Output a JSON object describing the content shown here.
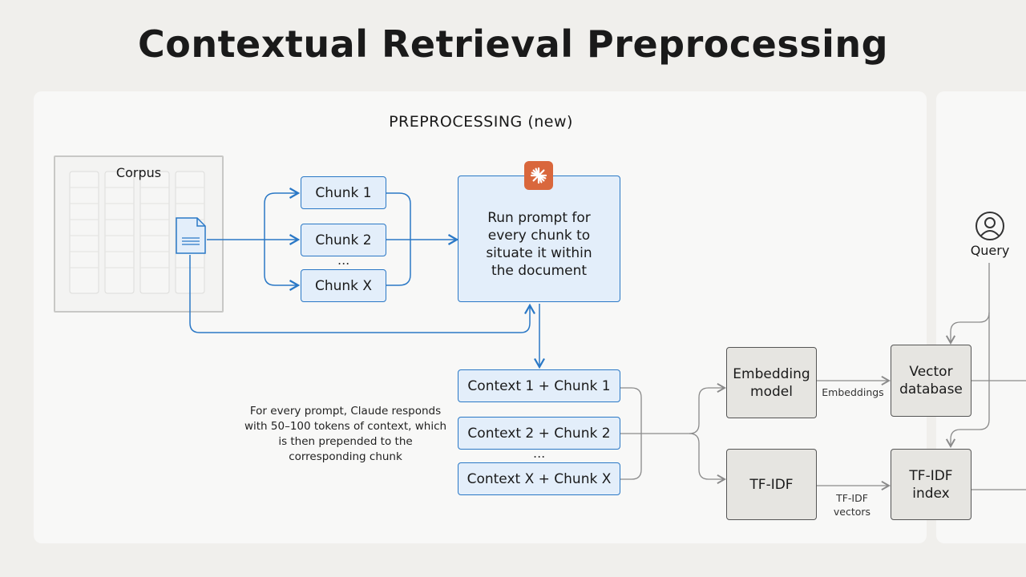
{
  "title": "Contextual Retrieval Preprocessing",
  "section_title": "PREPROCESSING (new)",
  "corpus": {
    "label": "Corpus"
  },
  "chunks": [
    "Chunk 1",
    "Chunk 2",
    "Chunk X"
  ],
  "chunks_ellipsis": "...",
  "prompt_box": {
    "text": "Run prompt for every chunk to situate it within the document"
  },
  "contexts": [
    "Context 1 + Chunk 1",
    "Context 2 + Chunk 2",
    "Context X + Chunk X"
  ],
  "contexts_ellipsis": "...",
  "note": "For every prompt, Claude responds with 50–100 tokens of context, which is then prepended to the corresponding chunk",
  "embedding_model": "Embedding model",
  "tfidf": "TF-IDF",
  "embeddings_label": "Embeddings",
  "tfidf_vectors_label": "TF-IDF vectors",
  "vector_database": "Vector database",
  "tfidf_index": "TF-IDF index",
  "query": "Query",
  "colors": {
    "accent_blue": "#2a78c6",
    "box_blue": "#e3eefa",
    "box_gray": "#e6e5e1",
    "claude_orange": "#d9673c"
  },
  "icons": [
    "document-icon",
    "claude-logo-icon",
    "user-icon"
  ]
}
